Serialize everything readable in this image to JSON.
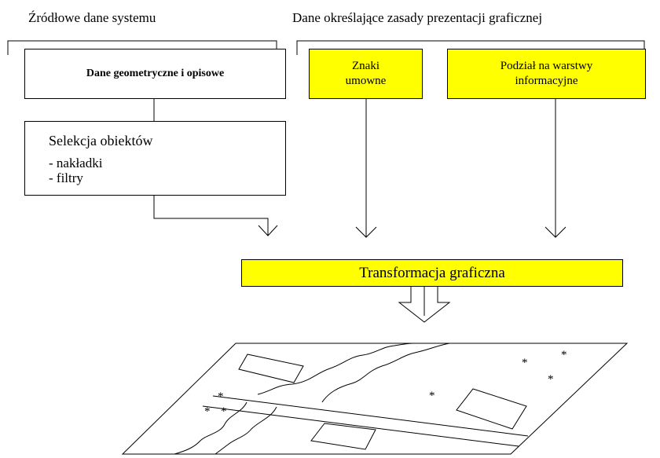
{
  "headers": {
    "source_data": "Źródłowe dane systemu",
    "presentation_rules": "Dane określające zasady prezentacji graficznej"
  },
  "boxes": {
    "geometric_data": "Dane geometryczne i opisowe",
    "selection_title": "Selekcja obiektów",
    "selection_item_1": "- nakładki",
    "selection_item_2": "- filtry",
    "symbols_line_1": "Znaki",
    "symbols_line_2": "umowne",
    "layers_line_1": "Podział na warstwy",
    "layers_line_2": "informacyjne",
    "transformation": "Transformacja graficzna"
  },
  "map": {
    "asterisk": "*"
  },
  "colors": {
    "highlight": "#ffff00",
    "stroke": "#000000"
  }
}
